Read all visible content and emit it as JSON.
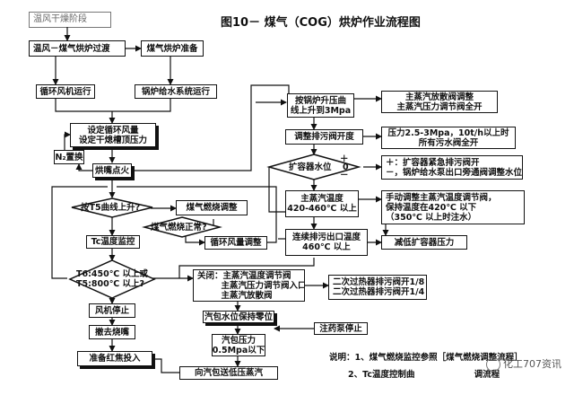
{
  "title": "图10－  煤气（COG）烘炉作业流程图",
  "stage_label": "温风干燥阶段",
  "nodes": {
    "n01": "温风－煤气烘炉过渡",
    "n02": "煤气烘炉准备",
    "n03": "循环风机运行",
    "n04": "锅炉给水系统运行",
    "n05": "设定循环风量\n设定干熄槽顶压力",
    "n06": "N₂置换",
    "n07": "烘嘴点火",
    "n08": "按T5曲线上升?",
    "n09": "煤气燃烧调整",
    "n10": "煤气燃烧正常?",
    "n11": "Tc温度监控",
    "n12": "循环风量调整",
    "n13": "T6:450℃ 以上或\nT5:800℃ 以上?",
    "n14": "风机停止",
    "n15": "撤去烧嘴",
    "n16": "准备红焦投入",
    "n17": "关闭：主蒸汽温度调节阀\n        主蒸汽压力调节阀入口阀\n        主蒸汽放散阀",
    "n18": "汽包水位保持零位",
    "n19": "注药泵停止",
    "n20": "汽包压力\n0.5Mpa以下",
    "n21": "向汽包送低压蒸汽",
    "n22": "按锅炉升压曲\n线上升到3Mpa",
    "n23": "主蒸汽放散阀调整\n主蒸汽压力调节阀全开",
    "n24": "调整排污阀开度",
    "n25": "压力2.5-3Mpa，10t/h以上时\n所有污水阀全开",
    "n26": "扩容器水位",
    "n27": "＋：扩容器紧急排污阀开\n－，锅炉给水泵出口旁通阀调整水位",
    "n28": "主蒸汽温度\n420-460℃ 以上",
    "n29": "手动调整主蒸汽温度调节阀，\n保持温度在420℃ 以下\n（350℃ 以上时注水）",
    "n30": "连续排污出口温度\n460℃ 以上",
    "n31": "减低扩容器压力",
    "n32": "二次过热器排污阀开1/8\n二次过热器排污阀开1/4"
  },
  "level_signs": {
    "plus": "＋",
    "zero": "0",
    "minus": "－"
  },
  "notes": {
    "line1": "说明：1、煤气燃烧监控参照［煤气燃烧调整流程］",
    "line2": "2、Tc温度控制曲                    调流程"
  },
  "watermark": "化工707资讯"
}
